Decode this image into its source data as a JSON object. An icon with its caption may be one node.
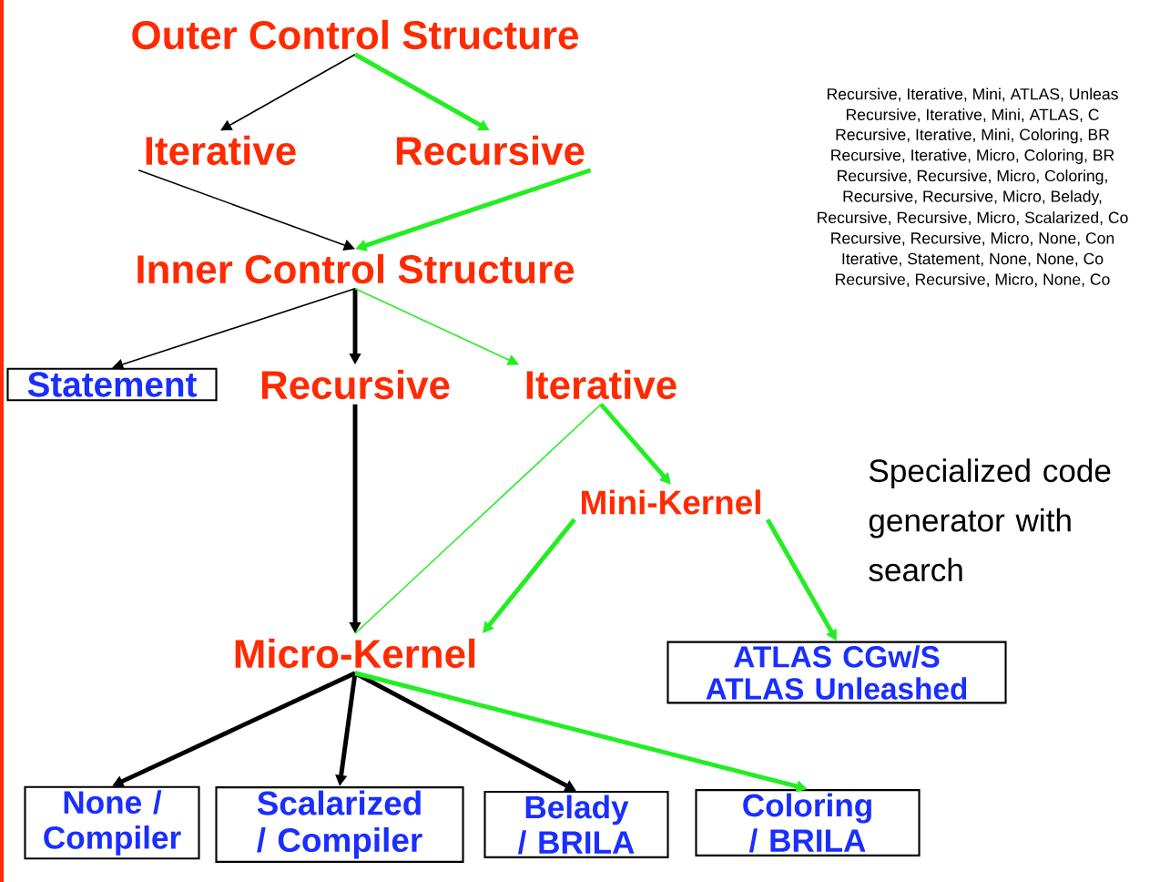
{
  "diagram": {
    "nodes": [
      {
        "text": [
          "Outer Control Structure"
        ]
      },
      {
        "text": [
          "Iterative"
        ]
      },
      {
        "text": [
          "Recursive"
        ]
      },
      {
        "text": [
          "Inner Control Structure"
        ]
      },
      {
        "text": [
          "Statement"
        ]
      },
      {
        "text": [
          "Recursive"
        ]
      },
      {
        "text": [
          "Iterative"
        ]
      },
      {
        "text": [
          "Mini-Kernel"
        ]
      },
      {
        "text": [
          "Micro-Kernel"
        ]
      },
      {
        "text": [
          "ATLAS CGw/S",
          "ATLAS Unleashed"
        ]
      },
      {
        "text": [
          "None / Compiler"
        ]
      },
      {
        "text": [
          "Scalarized / Compiler"
        ]
      },
      {
        "text": [
          "Belady / BRILA"
        ]
      },
      {
        "text": [
          "Coloring / BRILA"
        ]
      }
    ],
    "edges": [
      {
        "from": 0,
        "to": 1,
        "arrow": "to"
      },
      {
        "from": 0,
        "to": 2,
        "arrow": "to",
        "color": "#22ee22"
      },
      {
        "from": 1,
        "to": 3,
        "arrow": "to"
      },
      {
        "from": 2,
        "to": 3,
        "arrow": "to",
        "color": "#22ee22"
      },
      {
        "from": 3,
        "to": 4,
        "arrow": "to"
      },
      {
        "from": 3,
        "to": 5,
        "arrow": "to"
      },
      {
        "from": 3,
        "to": 6,
        "arrow": "to",
        "color": "#22ee22"
      },
      {
        "from": 5,
        "to": 8,
        "arrow": "to"
      },
      {
        "from": 6,
        "to": 8,
        "arrow": "none",
        "color": "#22ee22"
      },
      {
        "from": 6,
        "to": 7,
        "arrow": "to",
        "color": "#22ee22"
      },
      {
        "from": 7,
        "to": 8,
        "arrow": "to",
        "color": "#22ee22"
      },
      {
        "from": 7,
        "to": 9,
        "arrow": "to",
        "color": "#22ee22"
      },
      {
        "from": 8,
        "to": 10,
        "arrow": "to"
      },
      {
        "from": 8,
        "to": 11,
        "arrow": "to"
      },
      {
        "from": 8,
        "to": 12,
        "arrow": "to"
      },
      {
        "from": 8,
        "to": 13,
        "arrow": "to",
        "color": "#22ee22"
      }
    ],
    "labels": [
      "Recursive, Iterative, Mini, ATLAS, Unleas",
      "Recursive, Iterative, Mini, ATLAS, C",
      "Recursive, Iterative, Mini, Coloring, BR",
      "Recursive, Iterative, Micro, Coloring, BR",
      "Recursive, Recursive, Micro, Coloring,",
      "Recursive, Recursive, Micro, Belady,",
      "Recursive, Recursive, Micro, Scalarized, Co",
      "Recursive, Recursive, Micro, None, Con",
      "Iterative, Statement, None, None, Co",
      "Recursive, Recursive, Micro, None, Co",
      "Specialized code generator with search"
    ]
  }
}
